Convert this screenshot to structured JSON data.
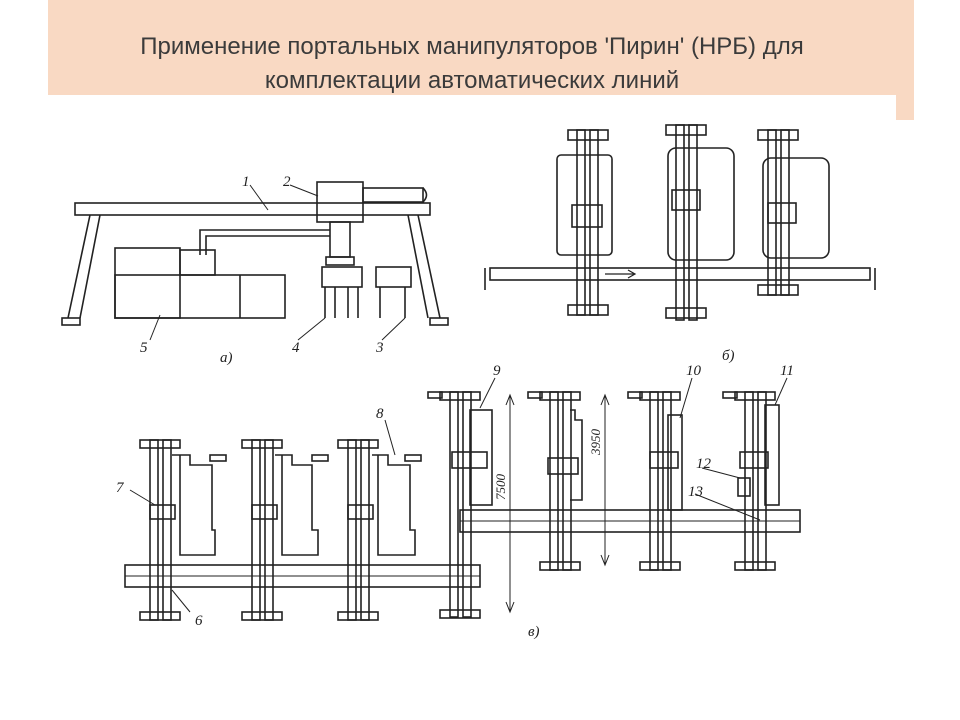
{
  "slide": {
    "title_line1": "Применение портальных манипуляторов 'Пирин' (НРБ) для",
    "title_line2": "комплектации автоматических линий"
  },
  "figure": {
    "subfig_a": "а)",
    "subfig_b": "б)",
    "subfig_c": "в)",
    "callouts": [
      "1",
      "2",
      "3",
      "4",
      "5",
      "6",
      "7",
      "8",
      "9",
      "10",
      "11",
      "12",
      "13"
    ],
    "dim_3950": "3950",
    "dim_7500": "7500"
  },
  "colors": {
    "title_bg": "#f9d9c3",
    "ink": "#222222",
    "title_text": "#3b3b3b"
  }
}
